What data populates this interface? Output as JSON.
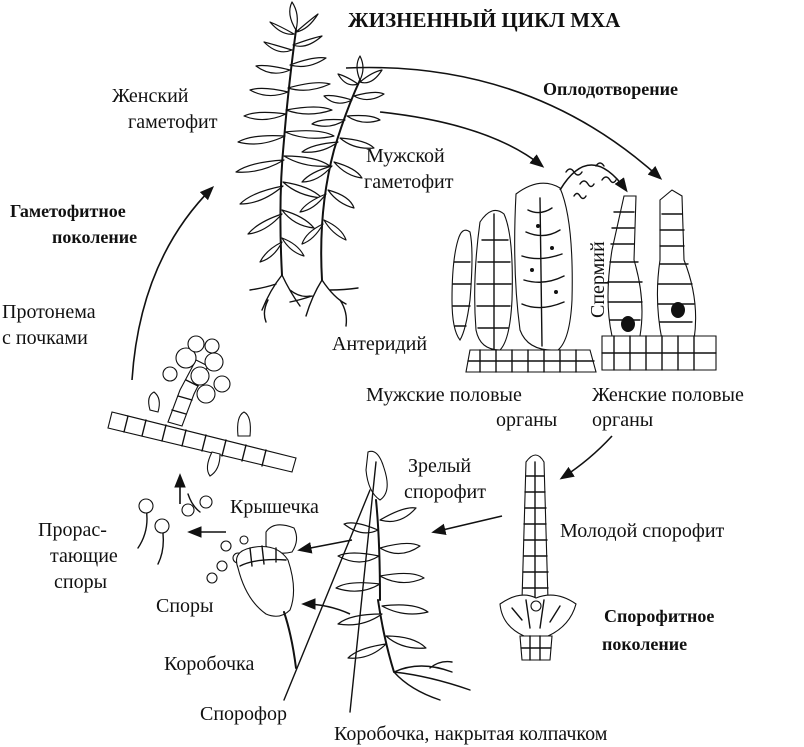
{
  "title": "ЖИЗНЕННЫЙ ЦИКЛ МХА",
  "labels": {
    "female_gametophyte_1": "Женский",
    "female_gametophyte_2": "гаметофит",
    "male_gametophyte_1": "Мужской",
    "male_gametophyte_2": "гаметофит",
    "fertilization": "Оплодотворение",
    "gametophyte_generation_1": "Гаметофитное",
    "gametophyte_generation_2": "поколение",
    "spermium": "Спермий",
    "antheridium": "Антеридий",
    "male_organs_1": "Мужские половые",
    "male_organs_2": "органы",
    "female_organs_1": "Женские половые",
    "female_organs_2": "органы",
    "protonema_1": "Протонема",
    "protonema_2": "с почками",
    "mature_sporophyte_1": "Зрелый",
    "mature_sporophyte_2": "спорофит",
    "young_sporophyte": "Молодой спорофит",
    "lid": "Крышечка",
    "germinating_1": "Прорас-",
    "germinating_2": "тающие",
    "germinating_3": "споры",
    "spores": "Споры",
    "capsule": "Коробочка",
    "sporophyte_generation_1": "Спорофитное",
    "sporophyte_generation_2": "поколение",
    "seta": "Спорофор",
    "capsule_with_cap": "Коробочка, накрытая колпачком"
  },
  "colors": {
    "ink": "#111111",
    "background": "#ffffff"
  }
}
